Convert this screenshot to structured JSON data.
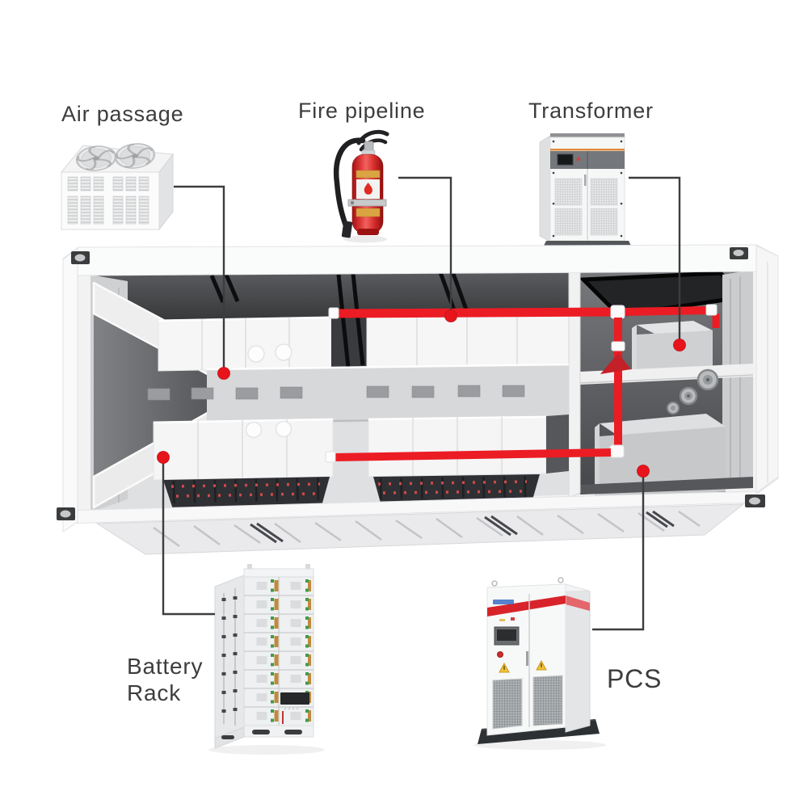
{
  "figure": {
    "type": "cutaway-component-diagram",
    "subject": "containerized battery energy storage system"
  },
  "labels": {
    "air_passage": "Air passage",
    "fire_pipeline": "Fire pipeline",
    "transformer": "Transformer",
    "battery_rack_line1": "Battery",
    "battery_rack_line2": "Rack",
    "pcs": "PCS"
  },
  "components": [
    {
      "id": "air-passage",
      "label": "Air passage",
      "icon": "hvac-unit-icon"
    },
    {
      "id": "fire-pipeline",
      "label": "Fire pipeline",
      "icon": "fire-extinguisher-icon"
    },
    {
      "id": "transformer",
      "label": "Transformer",
      "icon": "transformer-cabinet-icon"
    },
    {
      "id": "battery-rack",
      "label": "Battery Rack",
      "icon": "battery-rack-icon"
    },
    {
      "id": "pcs",
      "label": "PCS",
      "icon": "pcs-cabinet-icon"
    }
  ],
  "colors": {
    "label_text": "#3d3d3f",
    "callout_line": "#3d3d3f",
    "marker_dot_red": "#e8141b",
    "pipe_red": "#ec1c24",
    "extinguisher_red": "#d8232a",
    "pcs_stripe_red": "#d8232a",
    "transformer_accent_orange": "#e0883b",
    "battery_cable_orange": "#c08a3e",
    "battery_connector_green": "#3f9b48"
  }
}
